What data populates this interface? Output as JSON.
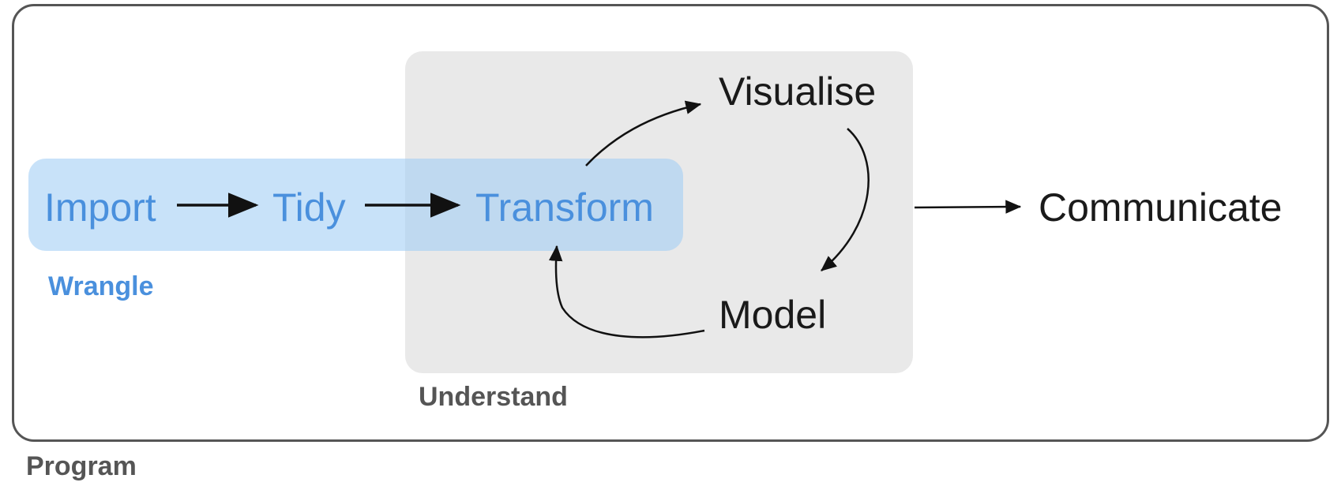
{
  "diagram": {
    "groups": {
      "program": "Program",
      "understand": "Understand",
      "wrangle": "Wrangle"
    },
    "nodes": {
      "import": "Import",
      "tidy": "Tidy",
      "transform": "Transform",
      "visualise": "Visualise",
      "model": "Model",
      "communicate": "Communicate"
    },
    "colors": {
      "wrangle_accent": "#4a90dd",
      "understand_fill": "#e9e9e9",
      "program_border": "#555555",
      "arrow": "#111111"
    }
  }
}
